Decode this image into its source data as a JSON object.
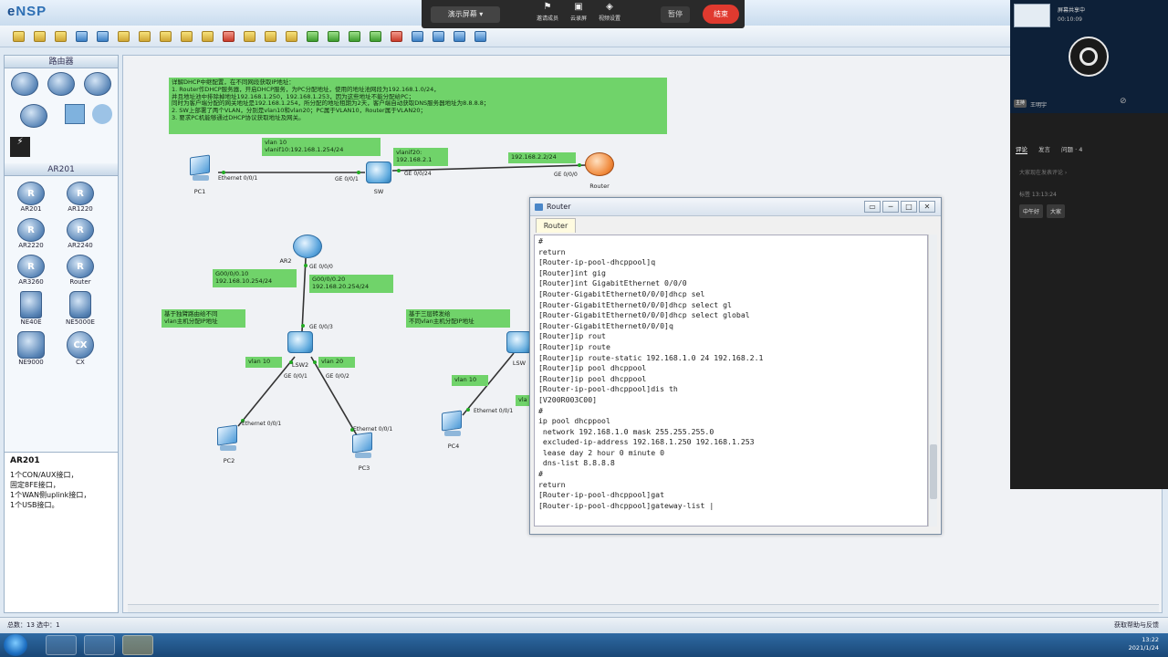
{
  "app": {
    "title_prefix": "e",
    "title_main": "NSP"
  },
  "meeting": {
    "share_label": "演示屏幕 ▾",
    "tools": [
      {
        "icon": "person-icon",
        "label": "邀请成员"
      },
      {
        "icon": "lock-icon",
        "label": "云录屏"
      },
      {
        "icon": "share-icon",
        "label": "视频设置"
      }
    ],
    "pause_label": "暂停",
    "end_label": "结束"
  },
  "left_panel": {
    "section1_title": "路由器",
    "section2_title": "AR201",
    "devices": [
      {
        "label": "AR201"
      },
      {
        "label": "AR1220"
      },
      {
        "label": "AR2220"
      },
      {
        "label": "AR2240"
      },
      {
        "label": "AR3260"
      },
      {
        "label": "Router"
      },
      {
        "label": "NE40E"
      },
      {
        "label": "NE5000E"
      },
      {
        "label": "NE9000"
      },
      {
        "label": "CX"
      }
    ],
    "info_title": "AR201",
    "info_lines": [
      "1个CON/AUX接口，",
      "固定8FE接口，",
      "1个WAN侧uplink接口，",
      "1个USB接口。"
    ]
  },
  "canvas": {
    "task_note": "详解DHCP中继配置，在不同网段获取IP地址：\n1. Router作DHCP服务器，开启DHCP服务，为PC分配地址，使用的地址池网段为192.168.1.0/24，\n并且地址池中排除掉地址192.168.1.250，192.168.1.253，因为这些地址不能分配给PC；\n同时为客户端分配的网关地址是192.168.1.254，所分配的地址租期为2天，客户端自动获取DNS服务器地址为8.8.8.8；\n2. SW上部署了两个VLAN，分别是vlan10和vlan20；PC属于VLAN10，Router属于VLAN20；\n3. 要求PC机能够通过DHCP协议获取地址及网关。",
    "notes": [
      {
        "text": "vlan 10\nvlanif10:192.168.1.254/24"
      },
      {
        "text": "vlanif20:\n192.168.2.1"
      },
      {
        "text": "192.168.2.2/24"
      },
      {
        "text": "G00/0/0.10\n192.168.10.254/24"
      },
      {
        "text": "G00/0/0.20\n192.168.20.254/24"
      },
      {
        "text": "基于独臂路由给不同\nvlan主机分配IP地址"
      },
      {
        "text": "基于三层转发给\n不同vlan主机分配IP地址"
      },
      {
        "text": "vlan 10"
      },
      {
        "text": "vlan 20"
      },
      {
        "text": "vlan 10"
      },
      {
        "text": "vla"
      }
    ],
    "nodes": {
      "pc1": "PC1",
      "sw": "SW",
      "router": "Router",
      "ar2": "AR2",
      "lsw2": "LSW2",
      "pc2": "PC2",
      "pc3": "PC3",
      "pc4": "PC4",
      "lsw": "LSW"
    },
    "ports": [
      "Ethernet 0/0/1",
      "GE 0/0/1",
      "GE 0/0/24",
      "GE 0/0/0",
      "GE 0/0/0",
      "GE 0/0/3",
      "GE 0/0/1",
      "GE 0/0/2",
      "Ethernet 0/0/1",
      "Ethernet 0/0/1",
      "Ethernet 0/0/1"
    ]
  },
  "terminal": {
    "title": "Router",
    "tab": "Router",
    "controls": [
      "▭",
      "─",
      "□",
      "✕"
    ],
    "lines": [
      "#",
      "return",
      "[Router-ip-pool-dhcppool]q",
      "[Router]int gig",
      "[Router]int GigabitEthernet 0/0/0",
      "[Router-GigabitEthernet0/0/0]dhcp sel",
      "[Router-GigabitEthernet0/0/0]dhcp select gl",
      "[Router-GigabitEthernet0/0/0]dhcp select global",
      "[Router-GigabitEthernet0/0/0]q",
      "[Router]ip rout",
      "[Router]ip route",
      "[Router]ip route-static 192.168.1.0 24 192.168.2.1",
      "[Router]ip pool dhcppool",
      "[Router]ip pool dhcppool",
      "[Router-ip-pool-dhcppool]dis th",
      "[V200R003C00]",
      "#",
      "ip pool dhcppool",
      " network 192.168.1.0 mask 255.255.255.0",
      " excluded-ip-address 192.168.1.250 192.168.1.253",
      " lease day 2 hour 0 minute 0",
      " dns-list 8.8.8.8",
      "#",
      "return",
      "[Router-ip-pool-dhcppool]gat",
      "[Router-ip-pool-dhcppool]gateway-list |"
    ]
  },
  "status": {
    "left": "总数：13  选中：1",
    "right": "获取帮助与反馈"
  },
  "taskbar": {
    "time": "13:22",
    "date": "2021/1/24"
  },
  "right_panel": {
    "name": "屏幕共享中",
    "time": "00:10:09",
    "host_tag": "主持",
    "host_name": "王明宇",
    "tabs": [
      "评论",
      "发言",
      "问题 · 4"
    ],
    "hint": "大家现在发表评论 ›",
    "msg": "标签 13:13:24",
    "chips": [
      "中午好",
      "大家"
    ]
  }
}
